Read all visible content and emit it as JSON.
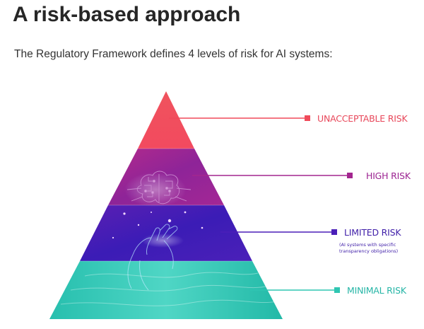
{
  "heading": {
    "title": "A risk-based approach"
  },
  "intro": {
    "text": "The Regulatory Framework defines 4 levels of risk for AI systems:"
  },
  "levels": [
    {
      "label": "UNACCEPTABLE RISK",
      "note_lines": [],
      "color": "#f04a5a",
      "label_color": "#e8475a"
    },
    {
      "label": "HIGH RISK",
      "note_lines": [],
      "color": "#a3268f",
      "label_color": "#9c2391"
    },
    {
      "label": "LIMITED RISK",
      "note_lines": [
        "(AI systems with specific",
        "transparency obligations)"
      ],
      "color": "#4a1fb8",
      "label_color": "#3f1ea8"
    },
    {
      "label": "MINIMAL RISK",
      "note_lines": [],
      "color": "#2fc6b2",
      "label_color": "#25b5a6"
    }
  ],
  "icons": [
    "brain-circuit-icon",
    "hand-icon"
  ]
}
